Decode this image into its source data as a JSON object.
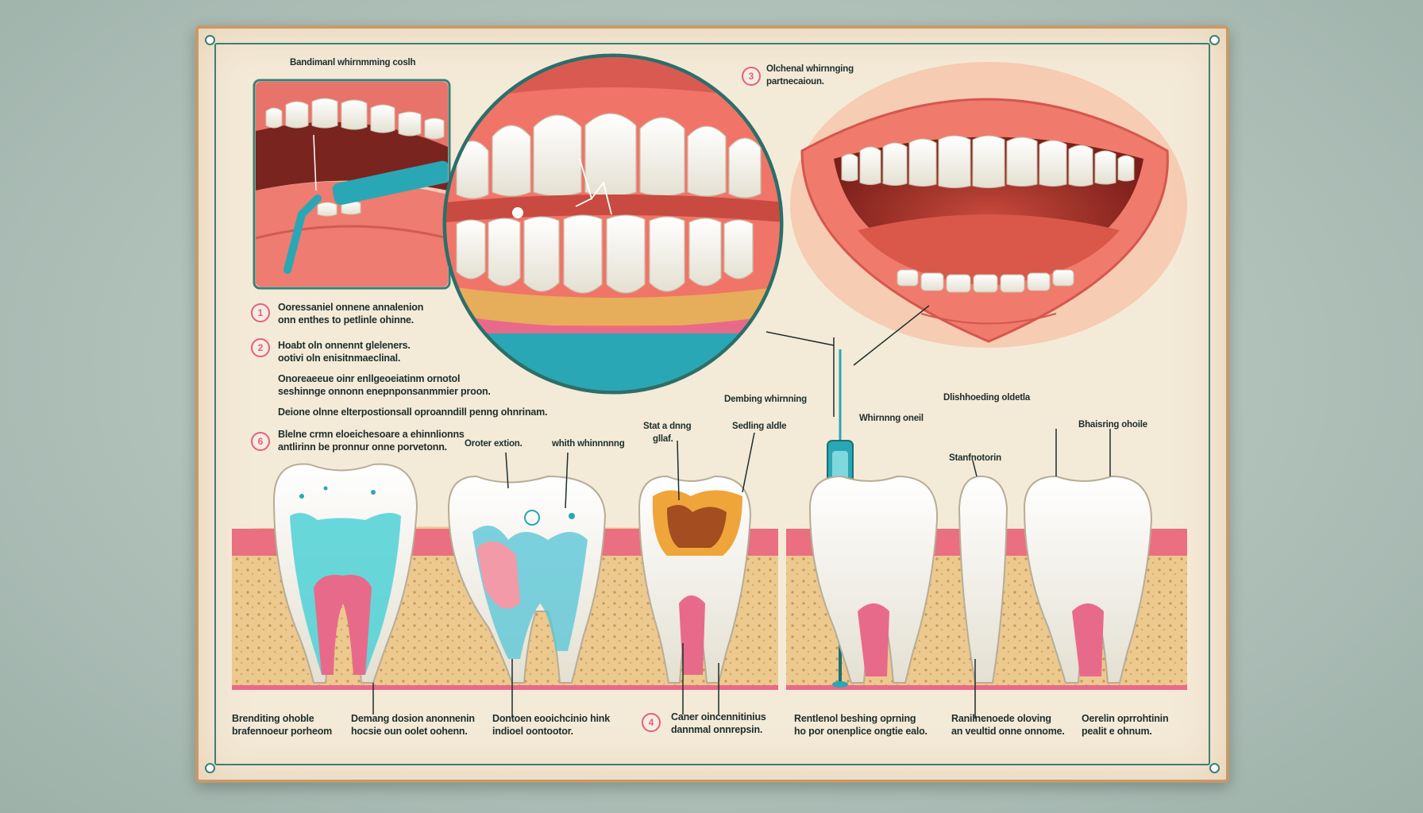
{
  "panel_labels": {
    "inset_title": "Bandimanl whirnmming coslh",
    "top_right_caption_1": "Olchenal whirnnging",
    "top_right_caption_2": "partnecaioun.",
    "mid_label_1": "Dembing whirnning",
    "mid_label_2": "Dlishhoeding oldetla",
    "whitening_pencil": "Whirnnng oneil",
    "tooth_label_1": "Oroter extion.",
    "tooth_label_2": "whith whinnnnng",
    "tooth_label_3a": "Stat a dnng",
    "tooth_label_3b": "gllaf.",
    "tooth_label_4": "Sedling aldle",
    "tooth_label_5": "Stanfnotorin",
    "tooth_label_6": "Bhaisring ohoile"
  },
  "steps": [
    {
      "number": "1",
      "line1": "Ooressaniel onnene annalenion",
      "line2": "onn enthes to petlinle ohinne."
    },
    {
      "number": "2",
      "line1": "Hoabt oln onnennt gleleners.",
      "line2": "ootivi oln enisitnmaeclinal."
    },
    {
      "number": "",
      "line1": "Onoreaeeue oinr enllgeoeiatinm ornotol",
      "line2": "seshinnge onnonn enepnponsanmmier proon."
    },
    {
      "number": "",
      "line1": "Deione olnne elterpostionsall oproanndill penng ohnrinam.",
      "line2": ""
    },
    {
      "number": "6",
      "line1": "Blelne crmn eloeichesoare a ehinnlionns",
      "line2": "antlirinn be pronnur onne porvetonn."
    }
  ],
  "bottom_captions": [
    {
      "number": "",
      "line1": "Brenditing ohoble",
      "line2": "brafennoeur porheom"
    },
    {
      "number": "",
      "line1": "Demang dosion anonnenin",
      "line2": "hocsie oun oolet oohenn."
    },
    {
      "number": "",
      "line1": "Dontoen eooichcinio hink",
      "line2": "indioel oontootor."
    },
    {
      "number": "4",
      "line1": "Caner oincennitinius",
      "line2": "dannmal onnrepsin."
    },
    {
      "number": "",
      "line1": "Rentlenol beshing oprning",
      "line2": "ho por onenplice ongtie ealo."
    },
    {
      "number": "",
      "line1": "Ranilnenoede oloving",
      "line2": "an veultid onne onnome."
    },
    {
      "number": "",
      "line1": "Oerelin oprrohtinin",
      "line2": "pealit e ohnum."
    }
  ],
  "colors": {
    "poster_bg": "#f4ead8",
    "frame": "#c79a6a",
    "inner_border": "#3c7f77",
    "gum": "#e86a76",
    "lip": "#f07b6c",
    "tooth": "#f3f1ea",
    "bone": "#e9c98d",
    "teal": "#2aa7b4",
    "accent_pink": "#e0617a"
  }
}
